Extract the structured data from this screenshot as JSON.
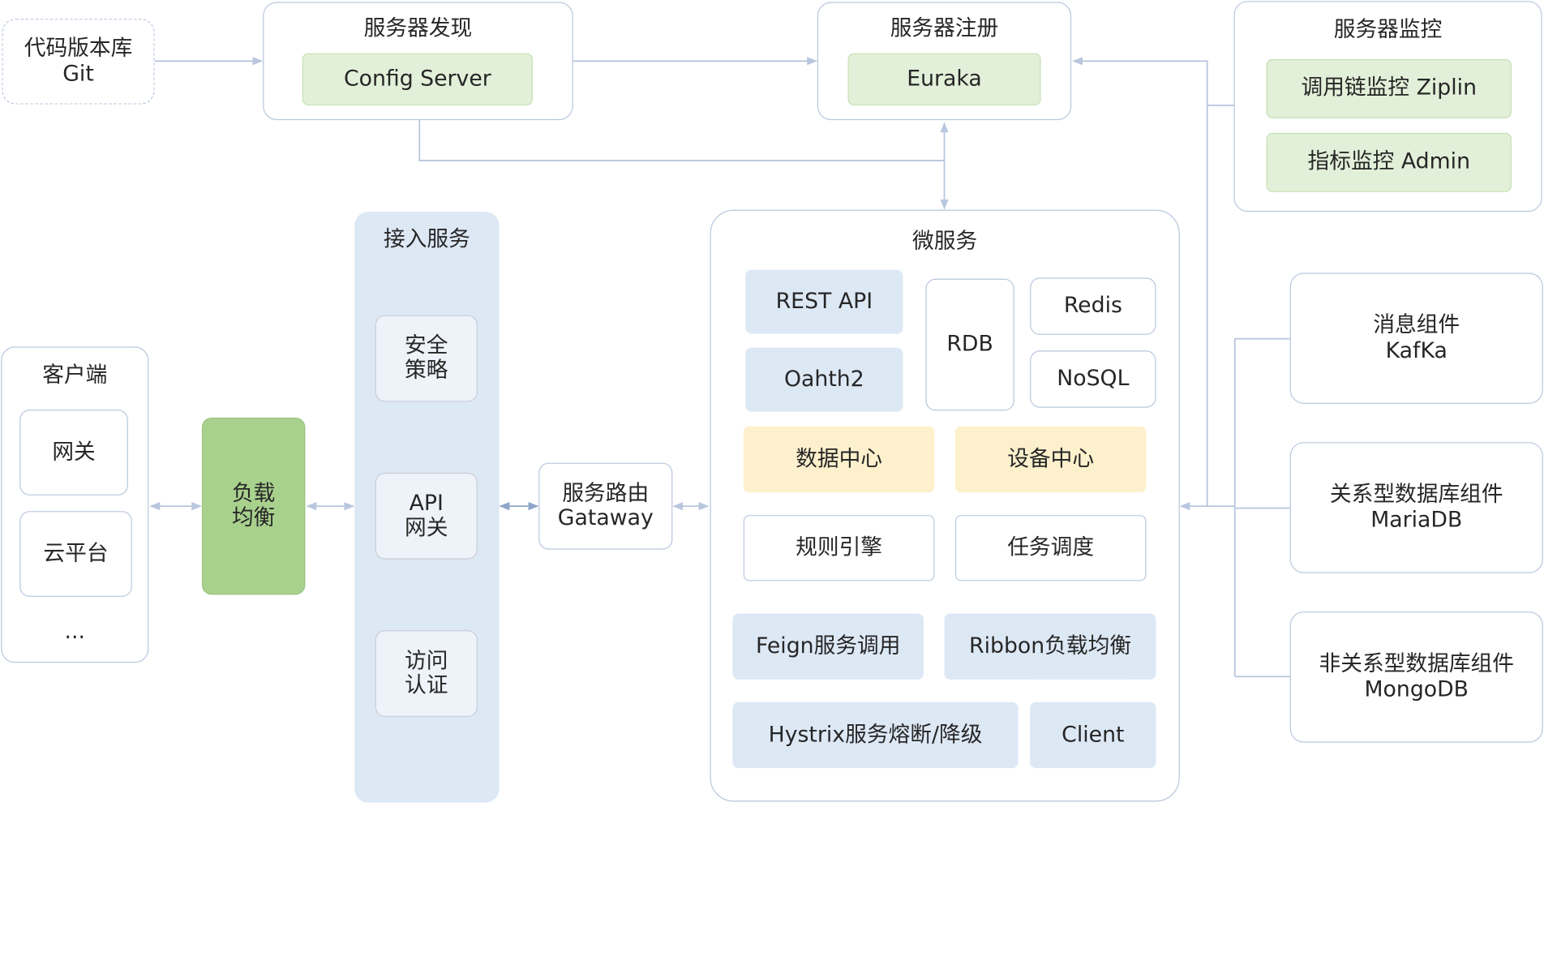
{
  "repo": {
    "title": "代码版本库\nGit"
  },
  "discovery": {
    "title": "服务器发现",
    "item": "Config Server"
  },
  "registry": {
    "title": "服务器注册",
    "item": "Euraka"
  },
  "monitor": {
    "title": "服务器监控",
    "items": [
      "调用链监控 Ziplin",
      "指标监控 Admin"
    ]
  },
  "client": {
    "title": "客户端",
    "items": [
      "网关",
      "云平台",
      "..."
    ]
  },
  "load_balancer": {
    "label": "负载\n均衡"
  },
  "access": {
    "title": "接入服务",
    "items": [
      "安全\n策略",
      "API\n网关",
      "访问\n认证"
    ]
  },
  "router": {
    "label": "服务路由\nGataway"
  },
  "micro": {
    "title": "微服务",
    "rest": "REST API",
    "oauth": "Oahth2",
    "rdb": "RDB",
    "redis": "Redis",
    "nosql": "NoSQL",
    "data_center": "数据中心",
    "device_center": "设备中心",
    "rules": "规则引擎",
    "scheduler": "任务调度",
    "feign": "Feign服务调用",
    "ribbon": "Ribbon负载均衡",
    "hystrix": "Hystrix服务熔断/降级",
    "client": "Client"
  },
  "components": [
    {
      "label": "消息组件\nKafKa"
    },
    {
      "label": "关系型数据库组件\nMariaDB"
    },
    {
      "label": "非关系型数据库组件\nMongoDB"
    }
  ],
  "colors": {
    "green_fill": "#e2f0d9",
    "blue_fill": "#dde8f5",
    "yellow_fill": "#fdf0cc",
    "lb_green": "#a9d18e",
    "border": "#b9c7de"
  }
}
